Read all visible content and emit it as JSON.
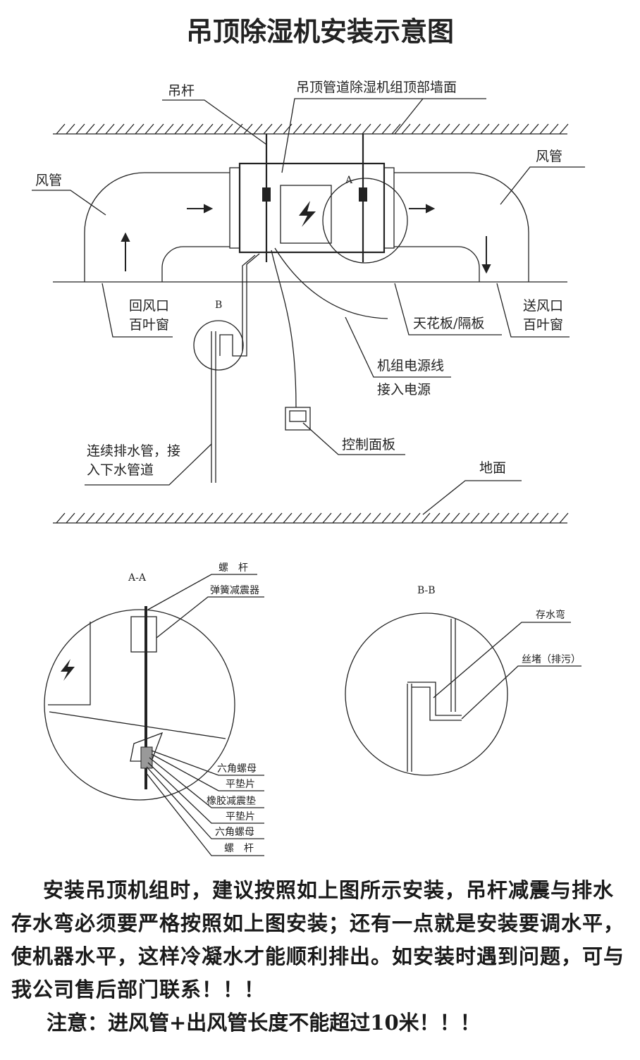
{
  "title": "吊顶除湿机安装示意图",
  "labels": {
    "hanger": "吊杆",
    "top_wall": "吊顶管道除湿机组顶部墙面",
    "duct_left": "风管",
    "duct_right": "风管",
    "a": "A",
    "b": "B",
    "return": [
      "回风口",
      "百叶窗"
    ],
    "supply": [
      "送风口",
      "百叶窗"
    ],
    "ceiling": "天花板/隔板",
    "power": [
      "机组电源线",
      "接入电源"
    ],
    "panel": "控制面板",
    "drain": [
      "连续排水管，接",
      "入下水管道"
    ],
    "floor": "地面"
  },
  "detail_aa": {
    "title": "A-A",
    "labels": [
      "螺　杆",
      "弹簧减震器",
      "六角螺母",
      "平垫片",
      "橡胶减震垫",
      "平垫片",
      "六角螺母",
      "螺　杆"
    ]
  },
  "detail_bb": {
    "title": "B-B",
    "labels": [
      "存水弯",
      "丝堵（排污）"
    ]
  },
  "paragraph": "安装吊顶机组时，建议按照如上图所示安装，吊杆减震与排水存水弯必须要严格按照如上图安装；还有一点就是安装要调水平，使机器水平，这样冷凝水才能顺利排出。如安装时遇到问题，可与我公司售后部门联系！！！",
  "note": "注意：进风管+出风管长度不能超过10米！！！"
}
